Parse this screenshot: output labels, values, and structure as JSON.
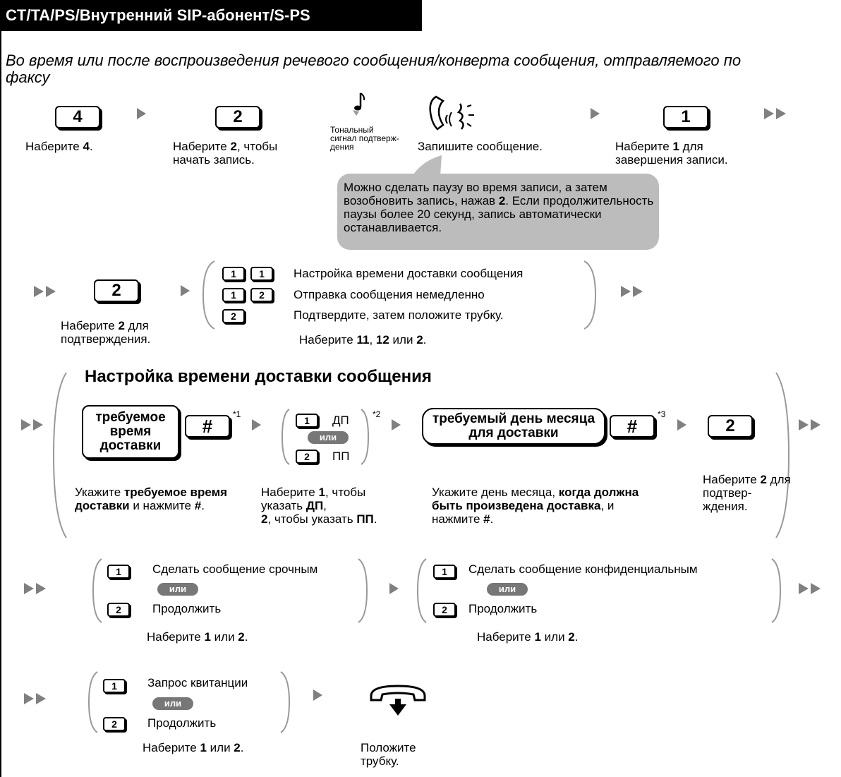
{
  "header": {
    "title": "CT/TA/PS/Внутренний SIP-абонент/S-PS",
    "subtitle": "Во время или после воспроизведения речевого сообщения/конверта сообщения, отправляемого по факсу"
  },
  "row1": {
    "key_4": "4",
    "key_2": "2",
    "key_1": "1",
    "caption_4_pre": "Наберите ",
    "caption_4_bold": "4",
    "caption_4_post": ".",
    "caption_2_pre": "Наберите ",
    "caption_2_bold": "2",
    "caption_2_post": ", чтобы начать запись.",
    "tone_label": "Тональный сигнал подтверж-дения",
    "record_label": "Запишите сообщение.",
    "caption_1_pre": "Наберите ",
    "caption_1_bold": "1",
    "caption_1_post": " для завершения записи.",
    "callout_pre": "Можно сделать паузу во время записи, а затем возобновить запись, нажав ",
    "callout_bold": "2",
    "callout_post": ". Если продолжительность паузы более 20 секунд, запись автоматически останавливается."
  },
  "row2": {
    "key_2": "2",
    "caption_pre": "Наберите ",
    "caption_bold": "2",
    "caption_post": " для подтверждения.",
    "options": [
      {
        "keys": [
          "1",
          "1"
        ],
        "label": "Настройка времени доставки сообщения"
      },
      {
        "keys": [
          "1",
          "2"
        ],
        "label": "Отправка сообщения немедленно"
      },
      {
        "keys": [
          "2"
        ],
        "label": "Подтвердите, затем положите трубку."
      }
    ],
    "choice_pre": "Наберите ",
    "choice_b1": "11",
    "choice_mid1": ", ",
    "choice_b2": "12",
    "choice_mid2": " или ",
    "choice_b3": "2",
    "choice_post": "."
  },
  "row3": {
    "section_title": "Настройка времени доставки сообщения",
    "time_box": "требуемое время доставки",
    "hash": "#",
    "fn1": "*1",
    "fn2": "*2",
    "fn3": "*3",
    "am_key": "1",
    "am_label": "ДП",
    "or": "или",
    "pm_key": "2",
    "pm_label": "ПП",
    "day_box": "требуемый день месяца для доставки",
    "key_2": "2",
    "cap_time_pre": "Укажите ",
    "cap_time_bold": "требуемое время доставки",
    "cap_time_mid": " и нажмите ",
    "cap_time_hash": "#",
    "cap_time_post": ".",
    "cap_ampm_a": "Наберите ",
    "cap_ampm_b1": "1",
    "cap_ampm_c": ", чтобы указать ",
    "cap_ampm_b2": "ДП",
    "cap_ampm_d": ",",
    "cap_ampm_b3": "2",
    "cap_ampm_e": ", чтобы указать ",
    "cap_ampm_b4": "ПП",
    "cap_ampm_f": ".",
    "cap_day_pre": "Укажите день месяца, ",
    "cap_day_bold": "когда должна быть произведена доставка",
    "cap_day_mid": ", и нажмите ",
    "cap_day_hash": "#",
    "cap_day_post": ".",
    "cap_confirm_pre": "Наберите ",
    "cap_confirm_bold": "2",
    "cap_confirm_post": " для подтвер-ждения."
  },
  "row4": {
    "urgent_key1": "1",
    "urgent_label1": "Сделать сообщение срочным",
    "urgent_key2": "2",
    "urgent_label2": "Продолжить",
    "conf_key1": "1",
    "conf_label1": "Сделать сообщение конфиденциальным",
    "conf_key2": "2",
    "conf_label2": "Продолжить",
    "or": "или",
    "cap_pre": "Наберите ",
    "cap_b1": "1",
    "cap_mid": " или ",
    "cap_b2": "2",
    "cap_post": "."
  },
  "row5": {
    "receipt_key1": "1",
    "receipt_label1": "Запрос квитанции",
    "receipt_key2": "2",
    "receipt_label2": "Продолжить",
    "or": "или",
    "cap_pre": "Наберите ",
    "cap_b1": "1",
    "cap_mid": " или ",
    "cap_b2": "2",
    "cap_post": ".",
    "hangup_label": "Положите трубку."
  },
  "colors": {
    "arrow": "#808080",
    "callout_bg": "#bcbcbc",
    "or_badge": "#777777",
    "title_bg": "#000000"
  }
}
